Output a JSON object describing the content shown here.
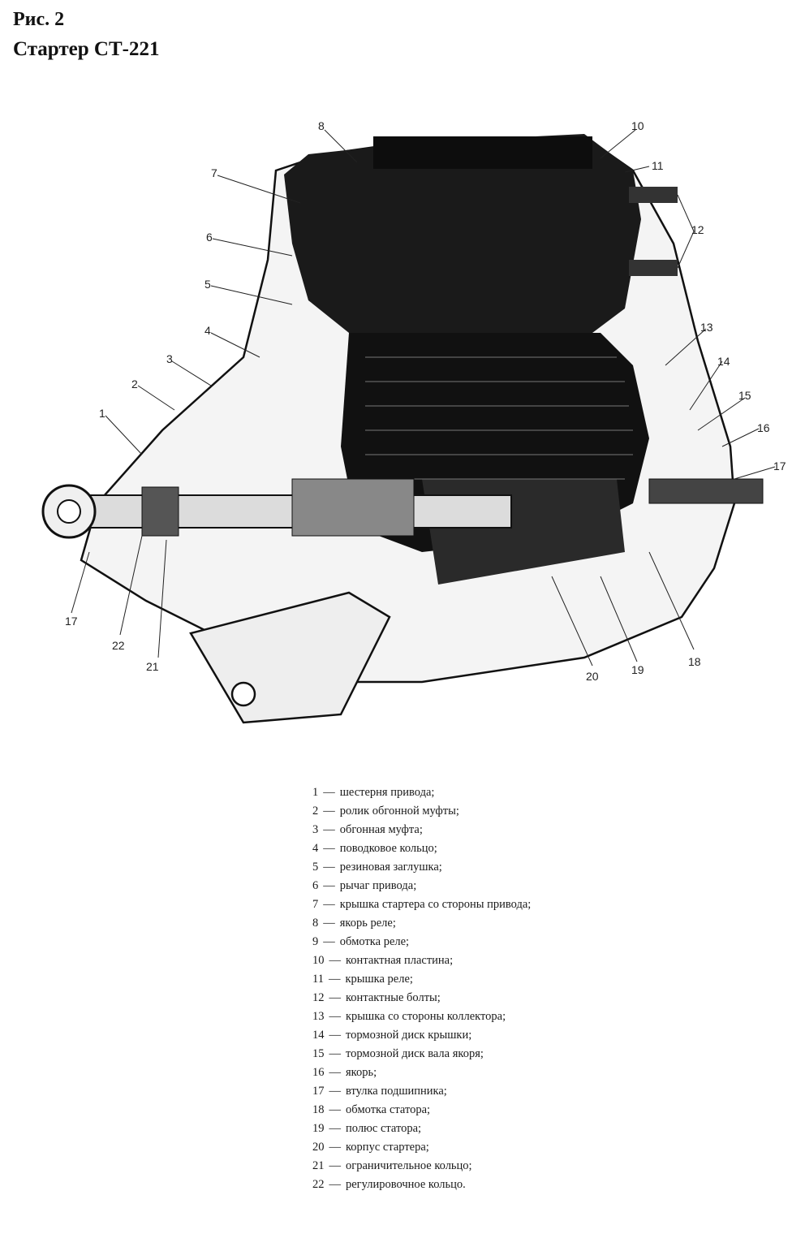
{
  "header": {
    "figure_label": "Рис. 2",
    "title": "Стартер СТ-221"
  },
  "callouts": [
    "1",
    "2",
    "3",
    "4",
    "5",
    "6",
    "7",
    "8",
    "10",
    "11",
    "12",
    "13",
    "14",
    "15",
    "16",
    "17",
    "17",
    "18",
    "19",
    "20",
    "21",
    "22"
  ],
  "legend": [
    {
      "num": "1",
      "text": "шестерня привода;"
    },
    {
      "num": "2",
      "text": "ролик обгонной муфты;"
    },
    {
      "num": "3",
      "text": "обгонная муфта;"
    },
    {
      "num": "4",
      "text": "поводковое кольцо;"
    },
    {
      "num": "5",
      "text": "резиновая заглушка;"
    },
    {
      "num": "6",
      "text": "рычаг привода;"
    },
    {
      "num": "7",
      "text": "крышка стартера со стороны привода;"
    },
    {
      "num": "8",
      "text": "якорь реле;"
    },
    {
      "num": "9",
      "text": "обмотка реле;"
    },
    {
      "num": "10",
      "text": "контактная пластина;"
    },
    {
      "num": "11",
      "text": "крышка реле;"
    },
    {
      "num": "12",
      "text": "контактные болты;"
    },
    {
      "num": "13",
      "text": "крышка со стороны коллектора;"
    },
    {
      "num": "14",
      "text": "тормозной диск крышки;"
    },
    {
      "num": "15",
      "text": "тормозной диск вала якоря;"
    },
    {
      "num": "16",
      "text": "якорь;"
    },
    {
      "num": "17",
      "text": "втулка подшипника;"
    },
    {
      "num": "18",
      "text": "обмотка статора;"
    },
    {
      "num": "19",
      "text": "полюс статора;"
    },
    {
      "num": "20",
      "text": "корпус стартера;"
    },
    {
      "num": "21",
      "text": "ограничительное кольцо;"
    },
    {
      "num": "22",
      "text": "регулировочное кольцо."
    }
  ]
}
